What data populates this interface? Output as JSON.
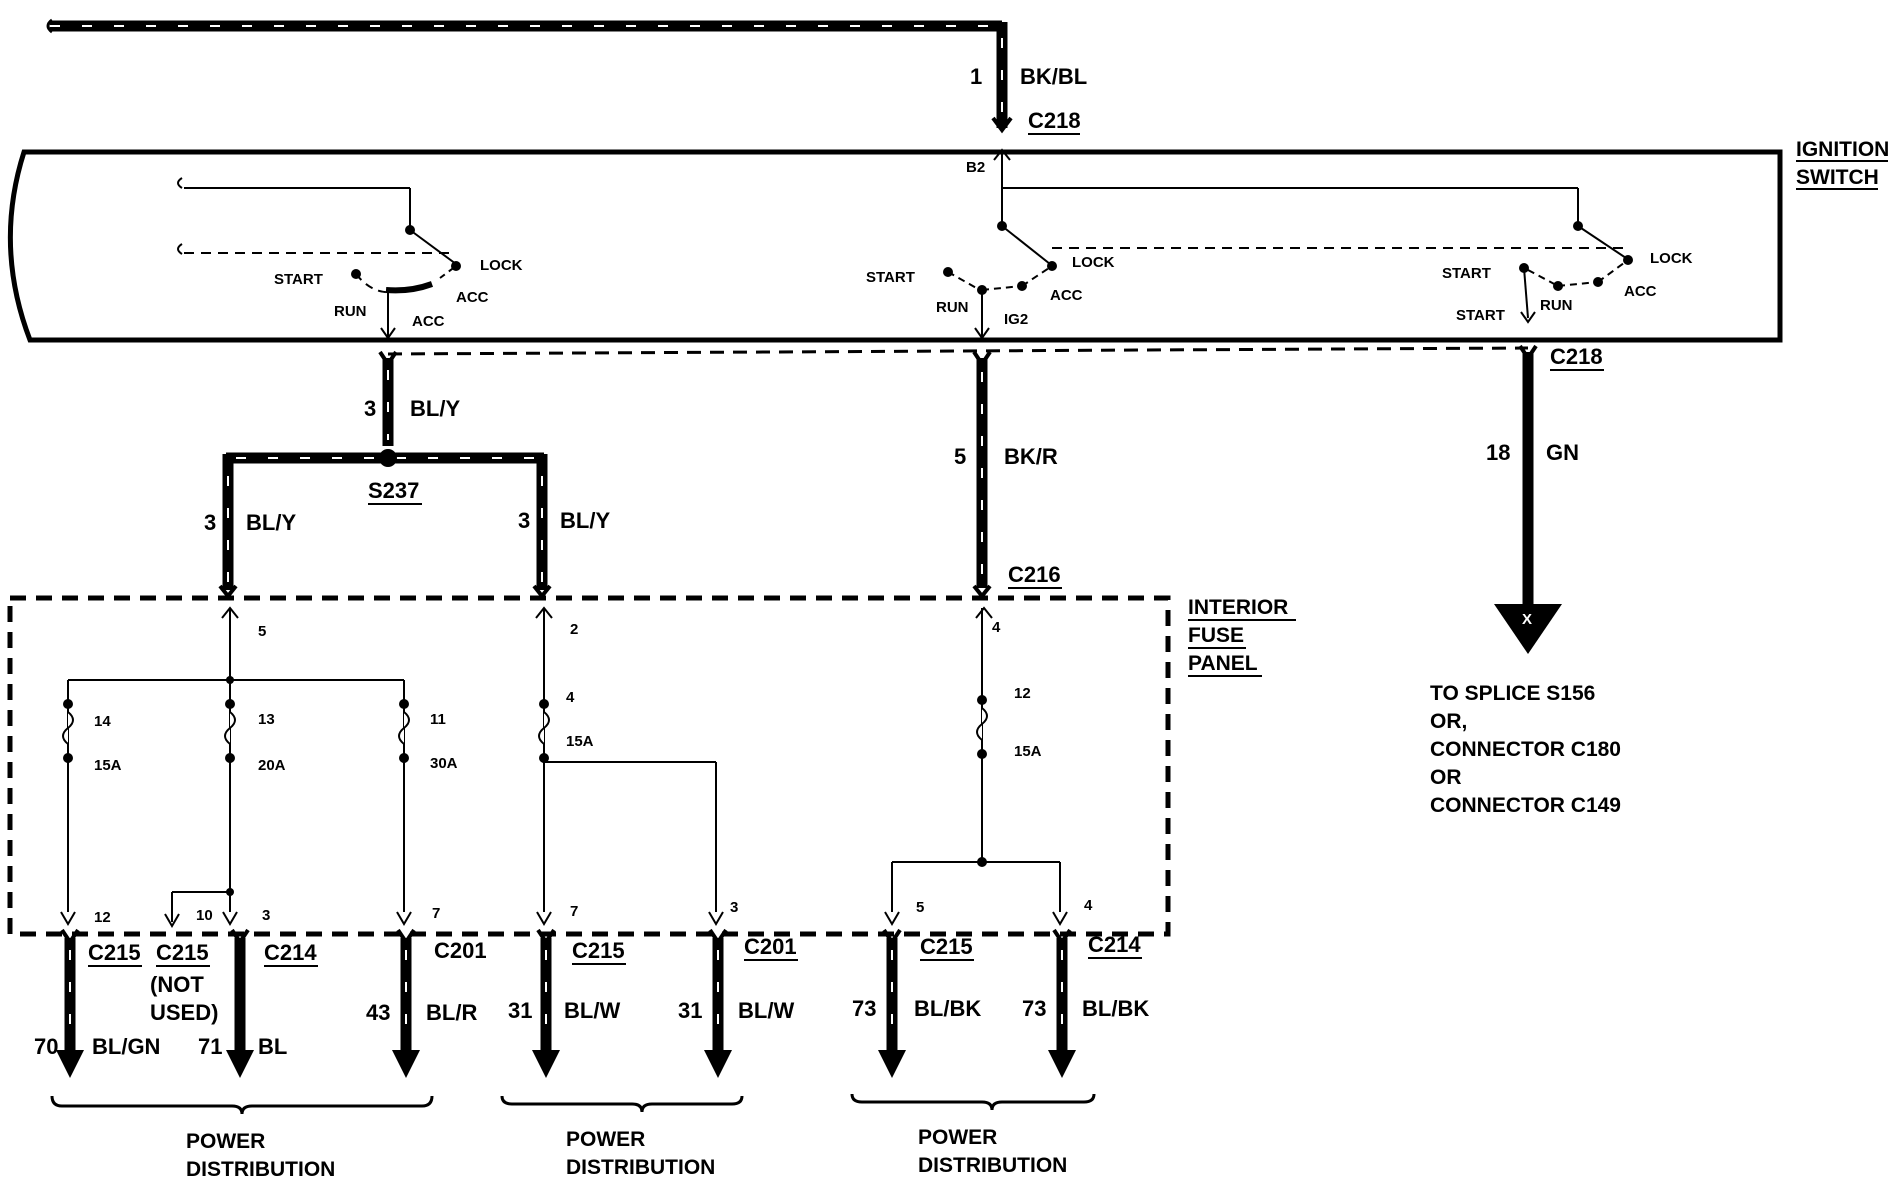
{
  "title_labels": {
    "ignition_switch": [
      "IGNITION",
      "SWITCH"
    ],
    "interior_fuse_panel": [
      "INTERIOR",
      "FUSE",
      "PANEL"
    ]
  },
  "top_wire": {
    "pin": "1",
    "color": "BK/BL",
    "connector": "C218",
    "terminal": "B2"
  },
  "switches": [
    {
      "labels": {
        "start": "START",
        "run": "RUN",
        "lock": "LOCK",
        "acc1": "ACC",
        "acc2": "ACC"
      }
    },
    {
      "labels": {
        "start": "START",
        "run": "RUN",
        "lock": "LOCK",
        "acc": "ACC",
        "ig2": "IG2"
      }
    },
    {
      "labels": {
        "start": "START",
        "start2": "START",
        "run": "RUN",
        "lock": "LOCK",
        "acc": "ACC"
      }
    }
  ],
  "switch_outputs": {
    "left": {
      "pin": "3",
      "color": "BL/Y"
    },
    "middle": {
      "pin": "5",
      "color": "BK/R",
      "connector": "C216"
    },
    "right": {
      "pin": "18",
      "color": "GN",
      "connector": "C218"
    }
  },
  "splice": {
    "name": "S237",
    "branches": [
      {
        "pin": "3",
        "color": "BL/Y"
      },
      {
        "pin": "3",
        "color": "BL/Y"
      }
    ]
  },
  "fuse_panel_inputs": [
    "5",
    "2",
    "4"
  ],
  "fuses": [
    {
      "number": "14",
      "rating": "15A",
      "out_pin": "12"
    },
    {
      "number": "13",
      "rating": "20A",
      "out_pin": "3",
      "extra_pin": "10"
    },
    {
      "number": "11",
      "rating": "30A",
      "out_pin": "7"
    },
    {
      "number": "4",
      "rating": "15A",
      "out_pins": [
        "7",
        "3"
      ]
    },
    {
      "number": "12",
      "rating": "15A",
      "out_pins": [
        "5",
        "4"
      ]
    }
  ],
  "outputs": [
    {
      "connector": "C215",
      "pin": "70",
      "color": "BL/GN"
    },
    {
      "connector": "C215",
      "note": [
        "(NOT",
        "USED)"
      ]
    },
    {
      "connector": "C214",
      "pin": "71",
      "color": "BL"
    },
    {
      "connector": "C201",
      "pin": "43",
      "color": "BL/R"
    },
    {
      "connector": "C215",
      "pin": "31",
      "color": "BL/W"
    },
    {
      "connector": "C201",
      "pin": "31",
      "color": "BL/W"
    },
    {
      "connector": "C215",
      "pin": "73",
      "color": "BL/BK"
    },
    {
      "connector": "C214",
      "pin": "73",
      "color": "BL/BK"
    }
  ],
  "power_distribution": [
    "POWER",
    "DISTRIBUTION"
  ],
  "splice_note": [
    "TO SPLICE S156",
    "OR,",
    "CONNECTOR C180",
    "OR",
    "CONNECTOR C149"
  ],
  "splice_arrow_label": "X"
}
